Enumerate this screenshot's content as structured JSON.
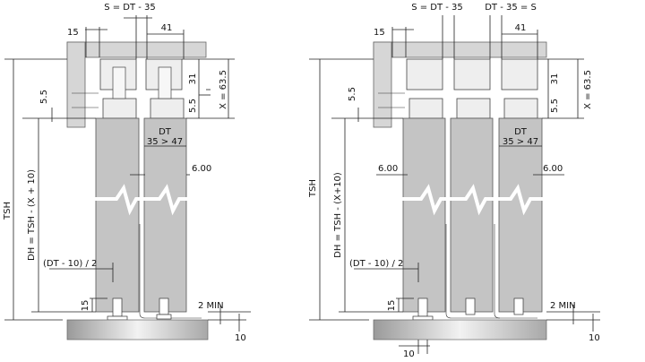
{
  "colors": {
    "door": "#c4c4c4",
    "beam": "#d6d6d6",
    "wall": "#bdbdbd"
  },
  "left": {
    "s_formula": "S = DT - 35",
    "dim_15": "15",
    "dim_41": "41",
    "dim_31": "31",
    "dim_x": "X = 63.5",
    "dim_55_left": "5.5",
    "dim_55_right": "5.5",
    "dt": "DT",
    "dt_range": "35 > 47",
    "dim_600": "6.00",
    "tsh": "TSH",
    "dh": "DH = TSH - (X + 10)",
    "offset": "(DT - 10) / 2",
    "dim_15_bottom": "15",
    "min": "2 MIN",
    "dim_10": "10"
  },
  "right": {
    "s_formula": "S = DT - 35",
    "s_formula2": "DT - 35 = S",
    "dim_15": "15",
    "dim_41": "41",
    "dim_31": "31",
    "dim_x": "X = 63.5",
    "dim_55_left": "5.5",
    "dim_55_right": "5.5",
    "dt": "DT",
    "dt_range": "35 > 47",
    "dim_600_left": "6.00",
    "dim_600": "6.00",
    "tsh": "TSH",
    "dh": "DH = TSH - (X+10)",
    "offset": "(DT - 10) / 2",
    "dim_15_bottom": "15",
    "min": "2 MIN",
    "dim_10": "10",
    "dim_10_bottom": "10"
  }
}
